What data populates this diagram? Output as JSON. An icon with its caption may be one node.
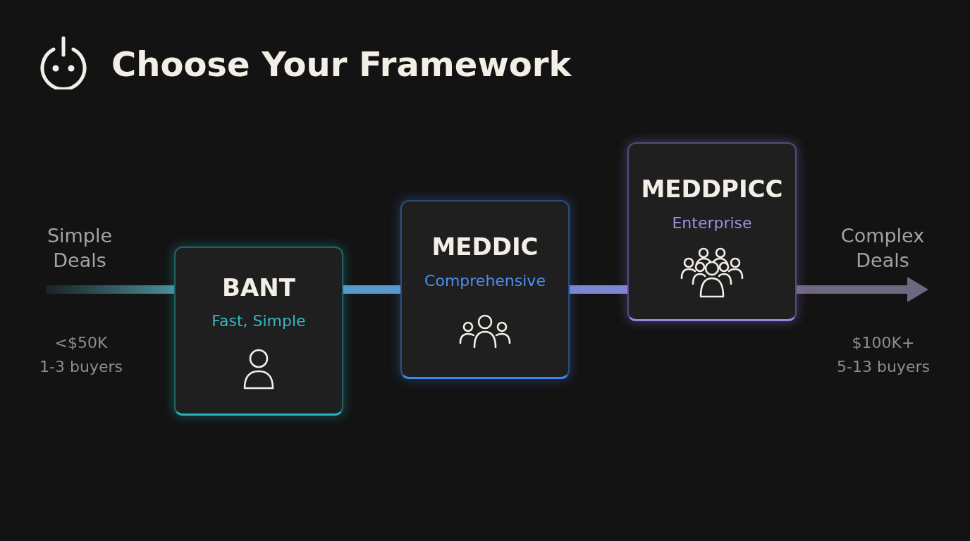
{
  "diagram": {
    "title": "Choose Your Framework",
    "nodes": [
      {
        "text": [
          "BANT",
          "Fast, Simple"
        ]
      },
      {
        "text": [
          "MEDDIC",
          "Comprehensive"
        ]
      },
      {
        "text": [
          "MEDDPICC",
          "Enterprise"
        ]
      }
    ],
    "edges": [
      {
        "from": null,
        "to": 0,
        "arrow": "none",
        "color": "#4a8f9a"
      },
      {
        "from": 0,
        "to": 1,
        "arrow": "none",
        "color": "#5a98cf"
      },
      {
        "from": 1,
        "to": 2,
        "arrow": "none",
        "color": "#7f86d2"
      },
      {
        "from": 2,
        "to": null,
        "arrow": "to",
        "color": "#6f6680"
      }
    ],
    "labels": [
      "Simple Deals",
      "<$50K 1-3 buyers",
      "Complex Deals",
      "$100K+ 5-13 buyers"
    ]
  }
}
